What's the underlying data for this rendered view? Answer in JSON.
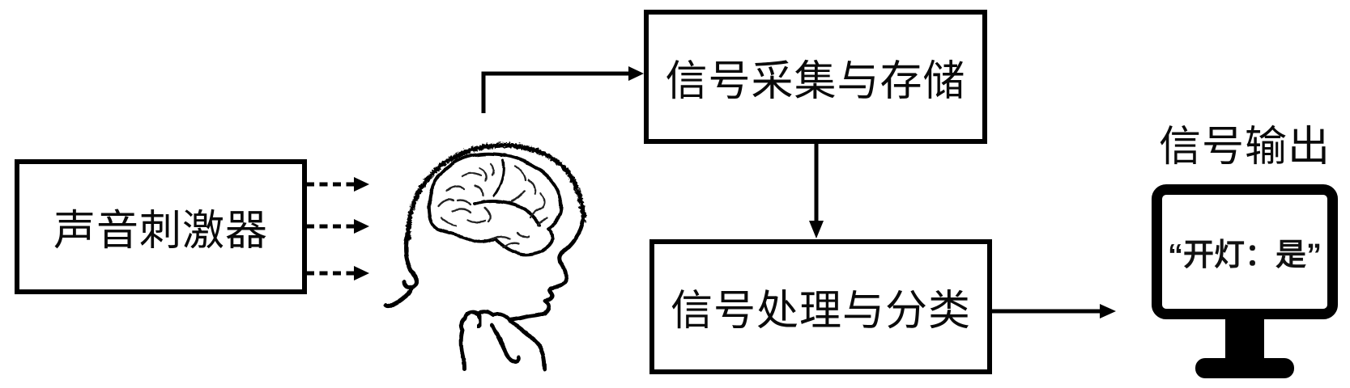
{
  "diagram": {
    "background": "#ffffff",
    "ink": "#000000"
  },
  "boxes": {
    "stimulator": {
      "label": "声音刺激器"
    },
    "acquisition": {
      "label": "信号采集与存储"
    },
    "processing": {
      "label": "信号处理与分类"
    }
  },
  "output": {
    "title": "信号输出",
    "screen_text": "“开灯：是”"
  },
  "icons": {
    "head": "thinking-head-with-brain-icon",
    "monitor": "computer-monitor-icon"
  }
}
